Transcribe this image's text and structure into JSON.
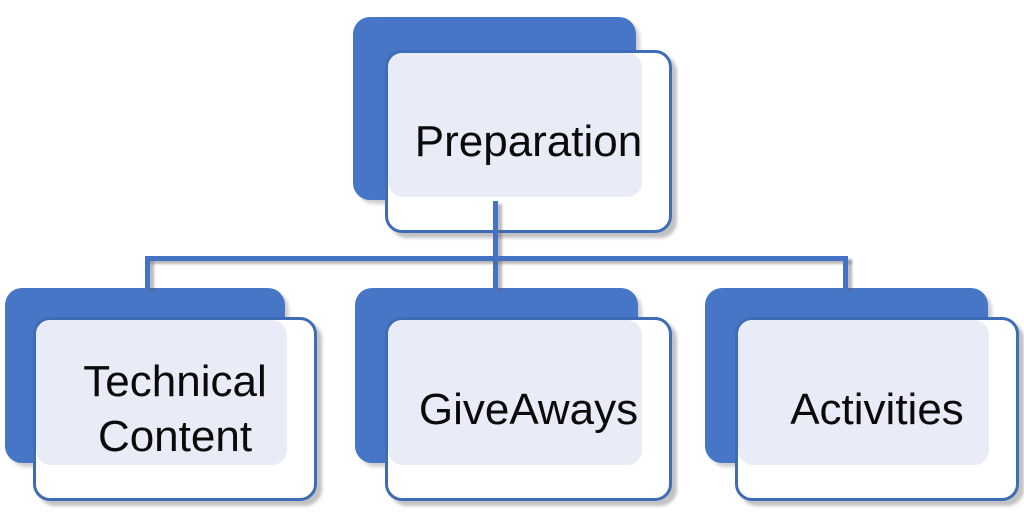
{
  "diagram": {
    "type": "hierarchy",
    "root": {
      "label": "Preparation"
    },
    "children": [
      {
        "label": "Technical Content"
      },
      {
        "label": "GiveAways"
      },
      {
        "label": "Activities"
      }
    ]
  },
  "colors": {
    "node_fill": "#4876C6",
    "node_border": "#3E6CB5",
    "face_fill": "#E9ECF7",
    "text_color": "#0A0A0A",
    "connector": "#4472C4",
    "background": "#FFFFFF"
  }
}
